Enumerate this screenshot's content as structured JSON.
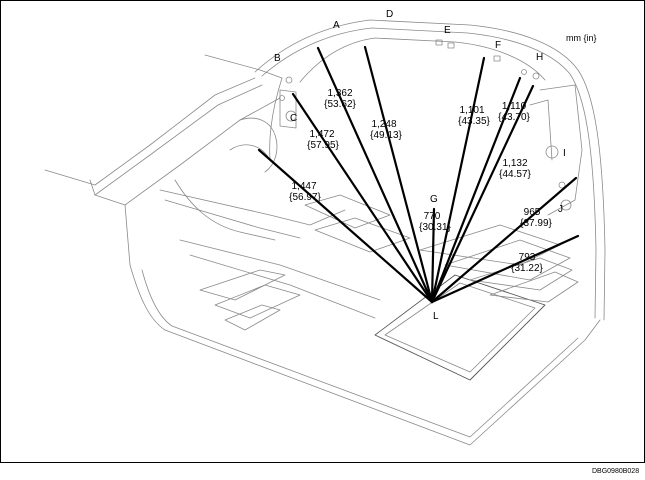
{
  "unit_label": "mm {in}",
  "figure_code": "DBG0980B028",
  "center_point": {
    "label": "L"
  },
  "points": [
    {
      "id": "A",
      "label": "A"
    },
    {
      "id": "B",
      "label": "B"
    },
    {
      "id": "C",
      "label": "C"
    },
    {
      "id": "D",
      "label": "D"
    },
    {
      "id": "E",
      "label": "E"
    },
    {
      "id": "F",
      "label": "F"
    },
    {
      "id": "G",
      "label": "G"
    },
    {
      "id": "H",
      "label": "H"
    },
    {
      "id": "I",
      "label": "I"
    },
    {
      "id": "J",
      "label": "J"
    }
  ],
  "dimensions": [
    {
      "id": "L-A",
      "mm": "1,362",
      "in": "{53.62}"
    },
    {
      "id": "L-D",
      "mm": "1,248",
      "in": "{49.13}"
    },
    {
      "id": "L-E",
      "mm": "1,101",
      "in": "{43.35}"
    },
    {
      "id": "L-F",
      "mm": "1,110",
      "in": "{43.70}"
    },
    {
      "id": "L-B",
      "mm": "1,472",
      "in": "{57.95}"
    },
    {
      "id": "L-H",
      "mm": "1,132",
      "in": "{44.57}"
    },
    {
      "id": "L-C",
      "mm": "1,447",
      "in": "{56.97}"
    },
    {
      "id": "L-G",
      "mm": "770",
      "in": "{30.31}"
    },
    {
      "id": "L-I",
      "mm": "965",
      "in": "{37.99}"
    },
    {
      "id": "L-J",
      "mm": "793",
      "in": "{31.22}"
    }
  ]
}
